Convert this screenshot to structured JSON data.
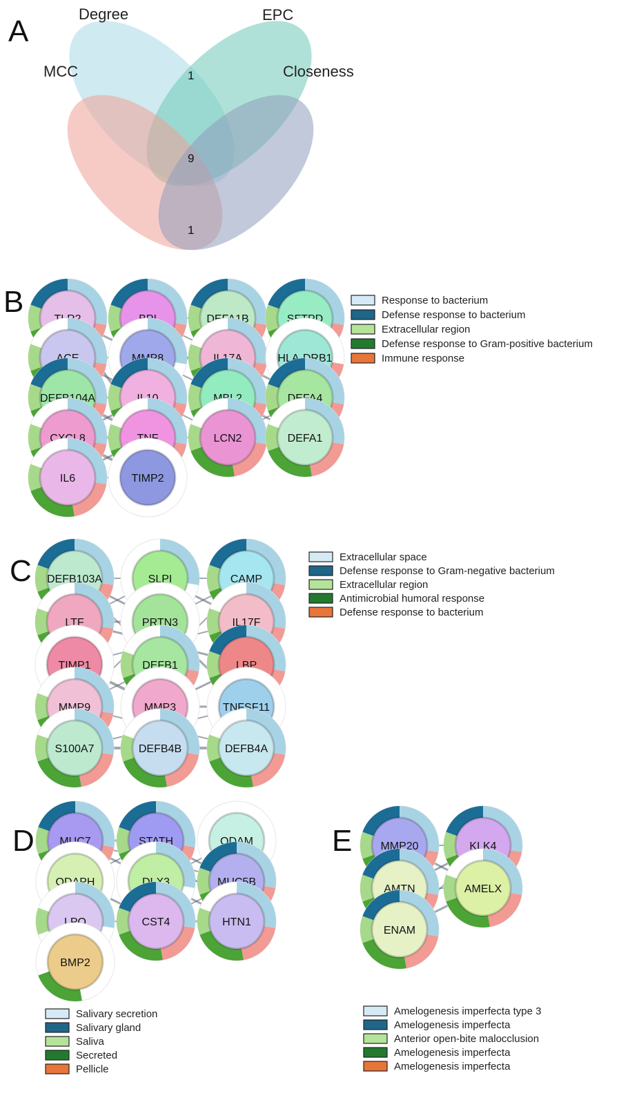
{
  "panels": {
    "A": {
      "letter": "A",
      "venn": {
        "sets": [
          {
            "name": "Degree",
            "color": "#a9d8e6"
          },
          {
            "name": "EPC",
            "color": "#6ec8b8"
          },
          {
            "name": "MCC",
            "color": "#f0a096"
          },
          {
            "name": "Closeness",
            "color": "#8f9dbb"
          }
        ],
        "counts": [
          "1",
          "9",
          "1"
        ]
      }
    },
    "B": {
      "letter": "B",
      "legend": [
        {
          "label": "Response to bacterium",
          "color": "#d6eaf6"
        },
        {
          "label": "Defense response to bacterium",
          "color": "#1f6688"
        },
        {
          "label": "Extracellular region",
          "color": "#b5e39a"
        },
        {
          "label": "Defense response to Gram-positive bacterium",
          "color": "#237a2f"
        },
        {
          "label": "Immune response",
          "color": "#e8753a"
        }
      ],
      "nodes": [
        {
          "label": "TLR2",
          "fill": "#e6bfe9",
          "ring": [
            "#a8d3e4",
            "#f29a94",
            "#4ca336",
            "#a6d98a",
            "#1b6d96"
          ]
        },
        {
          "label": "BPI",
          "fill": "#e793ea",
          "ring": [
            "#a8d3e4",
            "#f29a94",
            "#4ca336",
            "#a6d98a",
            "#1b6d96"
          ]
        },
        {
          "label": "DEFA1B",
          "fill": "#bde9c6",
          "ring": [
            "#a8d3e4",
            "#f29a94",
            "#4ca336",
            "#a6d98a",
            "#1b6d96"
          ]
        },
        {
          "label": "SFTPD",
          "fill": "#97ecc3",
          "ring": [
            "#a8d3e4",
            "#f29a94",
            "#4ca336",
            "#a6d98a",
            "#1b6d96"
          ]
        },
        {
          "label": "ACE",
          "fill": "#c9c6ef",
          "ring": [
            "#a8d3e4",
            "#f29a94",
            "#4ca336",
            "#a6d98a",
            "#ffffff"
          ]
        },
        {
          "label": "MMP8",
          "fill": "#9fa8ea",
          "ring": [
            "#a8d3e4",
            "#ffffff",
            "#ffffff",
            "#ffffff",
            "#ffffff"
          ]
        },
        {
          "label": "IL17A",
          "fill": "#f0b6d6",
          "ring": [
            "#a8d3e4",
            "#f29a94",
            "#4ca336",
            "#a6d98a",
            "#ffffff"
          ]
        },
        {
          "label": "HLA-DRB1",
          "fill": "#9ee6d6",
          "ring": [
            "#ffffff",
            "#f29a94",
            "#ffffff",
            "#ffffff",
            "#ffffff"
          ]
        },
        {
          "label": "DEFB104A",
          "fill": "#9ee6a8",
          "ring": [
            "#a8d3e4",
            "#f29a94",
            "#4ca336",
            "#a6d98a",
            "#1b6d96"
          ]
        },
        {
          "label": "IL10",
          "fill": "#f0b0e0",
          "ring": [
            "#a8d3e4",
            "#f29a94",
            "#4ca336",
            "#a6d98a",
            "#1b6d96"
          ]
        },
        {
          "label": "MBL2",
          "fill": "#93ebc0",
          "ring": [
            "#a8d3e4",
            "#f29a94",
            "#4ca336",
            "#a6d98a",
            "#1b6d96"
          ]
        },
        {
          "label": "DEFA4",
          "fill": "#a6e6a0",
          "ring": [
            "#a8d3e4",
            "#f29a94",
            "#4ca336",
            "#a6d98a",
            "#1b6d96"
          ]
        },
        {
          "label": "CXCL8",
          "fill": "#ee9ccf",
          "ring": [
            "#a8d3e4",
            "#f29a94",
            "#4ca336",
            "#a6d98a",
            "#ffffff"
          ]
        },
        {
          "label": "TNF",
          "fill": "#f094e2",
          "ring": [
            "#a8d3e4",
            "#f29a94",
            "#4ca336",
            "#a6d98a",
            "#ffffff"
          ]
        },
        {
          "label": "LCN2",
          "fill": "#ea94d4",
          "ring": [
            "#a8d3e4",
            "#f29a94",
            "#4ca336",
            "#a6d98a",
            "#ffffff"
          ]
        },
        {
          "label": "DEFA1",
          "fill": "#c2eccf",
          "ring": [
            "#a8d3e4",
            "#f29a94",
            "#4ca336",
            "#a6d98a",
            "#ffffff"
          ]
        },
        {
          "label": "IL6",
          "fill": "#eab8e8",
          "ring": [
            "#a8d3e4",
            "#f29a94",
            "#4ca336",
            "#a6d98a",
            "#ffffff"
          ]
        },
        {
          "label": "TIMP2",
          "fill": "#8d98e0",
          "ring": [
            "#ffffff",
            "#ffffff",
            "#ffffff",
            "#ffffff",
            "#ffffff"
          ]
        }
      ]
    },
    "C": {
      "letter": "C",
      "legend": [
        {
          "label": "Extracellular space",
          "color": "#d6eaf6"
        },
        {
          "label": "Defense response to Gram-negative bacterium",
          "color": "#1f6688"
        },
        {
          "label": "Extracellular region",
          "color": "#b5e39a"
        },
        {
          "label": "Antimicrobial humoral response",
          "color": "#237a2f"
        },
        {
          "label": "Defense response to bacterium",
          "color": "#e8753a"
        }
      ],
      "nodes": [
        {
          "label": "DEFB103A",
          "fill": "#bde9cf",
          "ring": [
            "#a8d3e4",
            "#f29a94",
            "#4ca336",
            "#a6d98a",
            "#1b6d96"
          ]
        },
        {
          "label": "SLPI",
          "fill": "#a4eb93",
          "ring": [
            "#a8d3e4",
            "#ffffff",
            "#ffffff",
            "#ffffff",
            "#ffffff"
          ]
        },
        {
          "label": "CAMP",
          "fill": "#a6e6f0",
          "ring": [
            "#a8d3e4",
            "#f29a94",
            "#4ca336",
            "#a6d98a",
            "#1b6d96"
          ]
        },
        {
          "label": "LTF",
          "fill": "#f0a8c0",
          "ring": [
            "#a8d3e4",
            "#f29a94",
            "#4ca336",
            "#a6d98a",
            "#ffffff"
          ]
        },
        {
          "label": "PRTN3",
          "fill": "#a4e39a",
          "ring": [
            "#ffffff",
            "#ffffff",
            "#ffffff",
            "#ffffff",
            "#ffffff"
          ]
        },
        {
          "label": "IL17F",
          "fill": "#f2bcc8",
          "ring": [
            "#a8d3e4",
            "#f29a94",
            "#4ca336",
            "#a6d98a",
            "#ffffff"
          ]
        },
        {
          "label": "TIMP1",
          "fill": "#ee8aa6",
          "ring": [
            "#ffffff",
            "#ffffff",
            "#ffffff",
            "#ffffff",
            "#ffffff"
          ]
        },
        {
          "label": "DEFB1",
          "fill": "#a6e6a0",
          "ring": [
            "#a8d3e4",
            "#f29a94",
            "#4ca336",
            "#a6d98a",
            "#ffffff"
          ]
        },
        {
          "label": "LBP",
          "fill": "#ee8888",
          "ring": [
            "#a8d3e4",
            "#f29a94",
            "#4ca336",
            "#a6d98a",
            "#1b6d96"
          ]
        },
        {
          "label": "MMP9",
          "fill": "#f0c0d6",
          "ring": [
            "#a8d3e4",
            "#f29a94",
            "#4ca336",
            "#a6d98a",
            "#ffffff"
          ]
        },
        {
          "label": "MMP3",
          "fill": "#f0a8cc",
          "ring": [
            "#ffffff",
            "#ffffff",
            "#ffffff",
            "#ffffff",
            "#ffffff"
          ]
        },
        {
          "label": "TNFSF11",
          "fill": "#9ed0ec",
          "ring": [
            "#ffffff",
            "#ffffff",
            "#ffffff",
            "#ffffff",
            "#ffffff"
          ]
        },
        {
          "label": "S100A7",
          "fill": "#bde9cf",
          "ring": [
            "#a8d3e4",
            "#f29a94",
            "#4ca336",
            "#a6d98a",
            "#ffffff"
          ]
        },
        {
          "label": "DEFB4B",
          "fill": "#c6ddf0",
          "ring": [
            "#a8d3e4",
            "#f29a94",
            "#4ca336",
            "#a6d98a",
            "#ffffff"
          ]
        },
        {
          "label": "DEFB4A",
          "fill": "#c8e8f0",
          "ring": [
            "#a8d3e4",
            "#f29a94",
            "#4ca336",
            "#a6d98a",
            "#ffffff"
          ]
        }
      ]
    },
    "D": {
      "letter": "D",
      "legend": [
        {
          "label": "Salivary secretion",
          "color": "#d6eaf6"
        },
        {
          "label": "Salivary gland",
          "color": "#1f6688"
        },
        {
          "label": "Saliva",
          "color": "#b5e39a"
        },
        {
          "label": "Secreted",
          "color": "#237a2f"
        },
        {
          "label": "Pellicle",
          "color": "#e8753a"
        }
      ],
      "nodes": [
        {
          "label": "MUC7",
          "fill": "#a79af0",
          "ring": [
            "#a8d3e4",
            "#f29a94",
            "#4ca336",
            "#a6d98a",
            "#1b6d96"
          ]
        },
        {
          "label": "STATH",
          "fill": "#a09bf2",
          "ring": [
            "#a8d3e4",
            "#f29a94",
            "#4ca336",
            "#a6d98a",
            "#1b6d96"
          ]
        },
        {
          "label": "ODAM",
          "fill": "#c6f0e4",
          "ring": [
            "#ffffff",
            "#ffffff",
            "#ffffff",
            "#ffffff",
            "#ffffff"
          ]
        },
        {
          "label": "ODAPH",
          "fill": "#d6f0b4",
          "ring": [
            "#ffffff",
            "#ffffff",
            "#ffffff",
            "#ffffff",
            "#ffffff"
          ]
        },
        {
          "label": "DLX3",
          "fill": "#bfeea4",
          "ring": [
            "#a8d3e4",
            "#ffffff",
            "#ffffff",
            "#ffffff",
            "#ffffff"
          ]
        },
        {
          "label": "MUC5B",
          "fill": "#b4b0ef",
          "ring": [
            "#a8d3e4",
            "#f29a94",
            "#4ca336",
            "#a6d98a",
            "#1b6d96"
          ]
        },
        {
          "label": "LPO",
          "fill": "#dac8f0",
          "ring": [
            "#a8d3e4",
            "#ffffff",
            "#ffffff",
            "#a6d98a",
            "#ffffff"
          ]
        },
        {
          "label": "CST4",
          "fill": "#dcb8ee",
          "ring": [
            "#a8d3e4",
            "#f29a94",
            "#4ca336",
            "#a6d98a",
            "#1b6d96"
          ]
        },
        {
          "label": "HTN1",
          "fill": "#c8bcf0",
          "ring": [
            "#a8d3e4",
            "#f29a94",
            "#4ca336",
            "#a6d98a",
            "#ffffff"
          ]
        },
        {
          "label": "BMP2",
          "fill": "#eccc8a",
          "ring": [
            "#ffffff",
            "#ffffff",
            "#4ca336",
            "#ffffff",
            "#ffffff"
          ]
        }
      ]
    },
    "E": {
      "letter": "E",
      "legend": [
        {
          "label": "Amelogenesis imperfecta type 3",
          "color": "#d6eaf6"
        },
        {
          "label": "Amelogenesis imperfecta",
          "color": "#1f6688"
        },
        {
          "label": "Anterior open-bite malocclusion",
          "color": "#b5e39a"
        },
        {
          "label": "Amelogenesis imperfecta",
          "color": "#237a2f"
        },
        {
          "label": "Amelogenesis imperfecta",
          "color": "#e8753a"
        }
      ],
      "nodes": [
        {
          "label": "MMP20",
          "fill": "#a8a8f0",
          "ring": [
            "#a8d3e4",
            "#f29a94",
            "#4ca336",
            "#a6d98a",
            "#1b6d96"
          ]
        },
        {
          "label": "KLK4",
          "fill": "#d4a8ee",
          "ring": [
            "#a8d3e4",
            "#f29a94",
            "#4ca336",
            "#a6d98a",
            "#1b6d96"
          ]
        },
        {
          "label": "AMTN",
          "fill": "#e6f2c6",
          "ring": [
            "#a8d3e4",
            "#f29a94",
            "#4ca336",
            "#a6d98a",
            "#1b6d96"
          ]
        },
        {
          "label": "AMELX",
          "fill": "#dcf0a6",
          "ring": [
            "#a8d3e4",
            "#f29a94",
            "#4ca336",
            "#a6d98a",
            "#ffffff"
          ]
        },
        {
          "label": "ENAM",
          "fill": "#e6f2c6",
          "ring": [
            "#a8d3e4",
            "#f29a94",
            "#4ca336",
            "#a6d98a",
            "#1b6d96"
          ]
        }
      ]
    }
  }
}
